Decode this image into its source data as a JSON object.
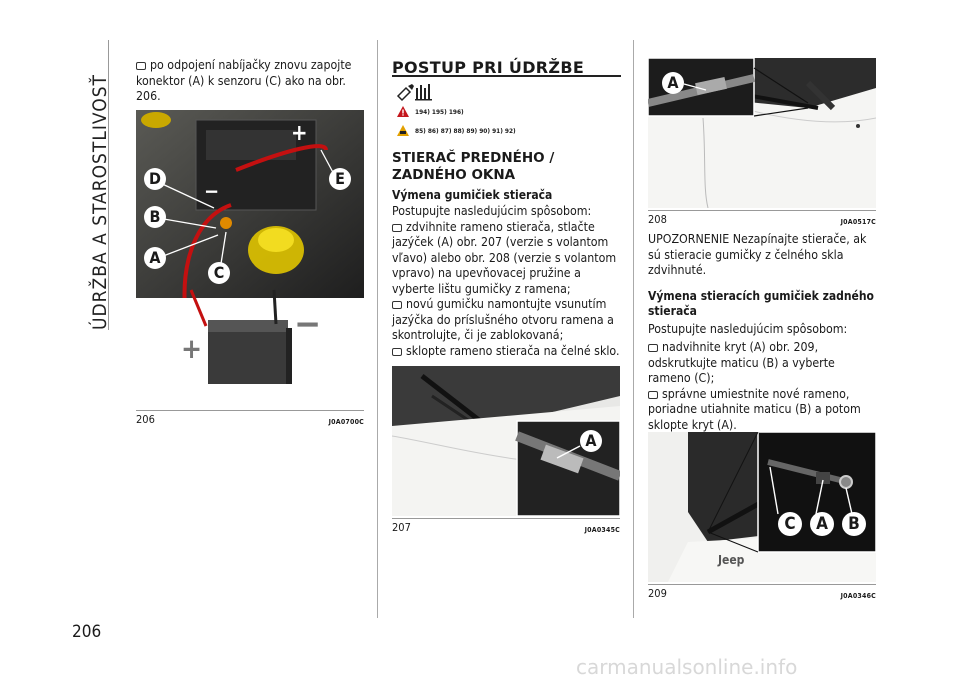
{
  "side_title": "ÚDRŽBA A STAROSTLIVOSŤ",
  "page_number": "206",
  "col1": {
    "intro": "po odpojení nabíjačky znovu zapojte konektor (A) k senzoru (C) ako na obr. 206.",
    "fig_number": "206",
    "fig_code": "J0A0700C",
    "labels": {
      "d": "D",
      "b": "B",
      "a": "A",
      "c": "C",
      "e": "E"
    }
  },
  "col2": {
    "section_title": "POSTUP PRI ÚDRŽBE",
    "warn1": "194)  195)  196)",
    "warn2": "85)  86)  87)  88)  89)  90)  91)  92)",
    "subsection_title": "STIERAČ PREDNÉHO / ZADNÉHO OKNA",
    "minor_title": "Výmena gumičiek stierača",
    "steps_intro": "Postupujte nasledujúcim spôsobom:",
    "step1": "zdvihnite rameno stierača, stlačte jazýček (A) obr. 207 (verzie s volantom vľavo) alebo obr. 208 (verzie s volantom vpravo) na upevňovacej pružine a vyberte lištu gumičky z ramena;",
    "step2": "novú gumičku namontujte vsunutím jazýčka do príslušného otvoru ramena a skontrolujte, či je zablokovaná;",
    "step3": "sklopte rameno stierača na čelné sklo.",
    "fig_number": "207",
    "fig_code": "J0A0345C",
    "label_a": "A"
  },
  "col3": {
    "fig208_number": "208",
    "fig208_code": "J0A0517C",
    "fig208_label": "A",
    "warning": "UPOZORNENIE Nezapínajte stierače, ak sú stieracie gumičky z čelného skla zdvihnuté.",
    "minor_title": "Výmena stieracích gumičiek zadného stierača",
    "steps_intro": "Postupujte nasledujúcim spôsobom:",
    "step1": "nadvihnite kryt (A) obr. 209, odskrutkujte maticu (B) a vyberte rameno (C);",
    "step2": "správne umiestnite nové rameno, poriadne utiahnite maticu (B) a potom sklopte kryt (A).",
    "fig209_number": "209",
    "fig209_code": "J0A0346C",
    "fig209_labels": {
      "c": "C",
      "a": "A",
      "b": "B"
    }
  },
  "footer": "carmanualsonline.info"
}
